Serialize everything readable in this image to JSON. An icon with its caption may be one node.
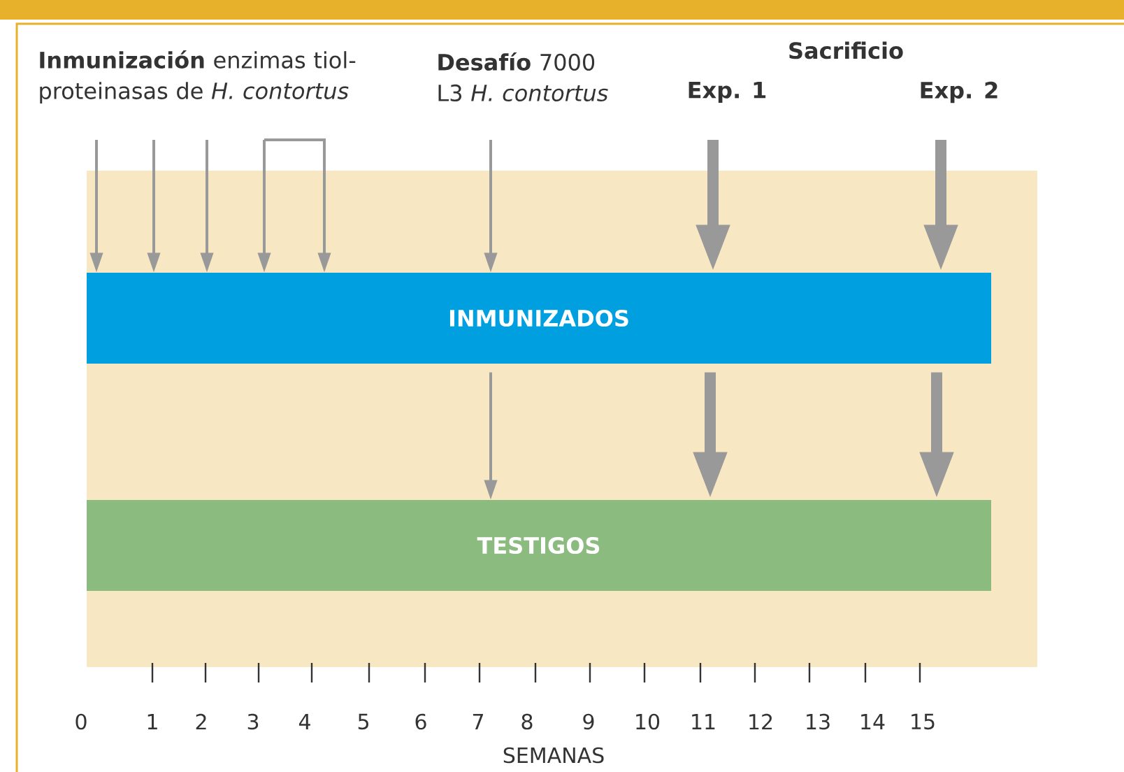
{
  "diagram": {
    "nodes": [
      {
        "text": [
          "INMUNIZADOS"
        ]
      },
      {
        "text": [
          "TESTIGOS"
        ]
      }
    ],
    "edges": [
      {
        "from": null,
        "to": 0,
        "arrow": "to"
      },
      {
        "from": null,
        "to": 0,
        "arrow": "to"
      },
      {
        "from": null,
        "to": 0,
        "arrow": "to"
      },
      {
        "from": null,
        "to": 0,
        "arrow": "to"
      },
      {
        "from": null,
        "to": 0,
        "arrow": "to"
      },
      {
        "from": null,
        "to": 0,
        "arrow": "to"
      },
      {
        "from": null,
        "to": 0,
        "arrow": "to",
        "style": "thick"
      },
      {
        "from": null,
        "to": 0,
        "arrow": "to",
        "style": "thick"
      },
      {
        "from": 0,
        "to": 1,
        "arrow": "to"
      },
      {
        "from": 0,
        "to": 1,
        "arrow": "to",
        "style": "thick"
      },
      {
        "from": 0,
        "to": 1,
        "arrow": "to",
        "style": "thick"
      }
    ],
    "labels": [
      "**Inmunización** enzimas tiol-proteinasas de *H. contortus*",
      "**Desafío** 7000 L3 *H. contortus*",
      "Sacrificio",
      "Exp. 1",
      "Exp. 2",
      "0",
      "1",
      "2",
      "3",
      "4",
      "5",
      "6",
      "7",
      "8",
      "9",
      "10",
      "11",
      "12",
      "13",
      "14",
      "15",
      "SEMANAS"
    ]
  }
}
